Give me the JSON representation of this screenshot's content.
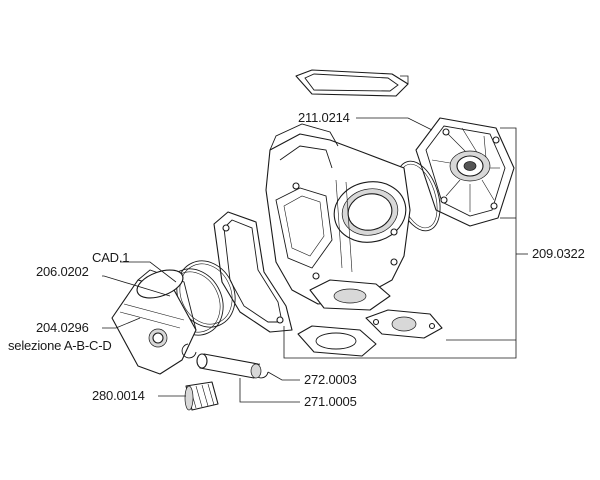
{
  "labels": {
    "head": "211.0214",
    "kit": "209.0322",
    "rings_cad": "CAD.1",
    "rings": "206.0202",
    "piston": "204.0296",
    "piston_sel": "selezione A-B-C-D",
    "bearing": "280.0014",
    "clip": "272.0003",
    "pin": "271.0005"
  }
}
